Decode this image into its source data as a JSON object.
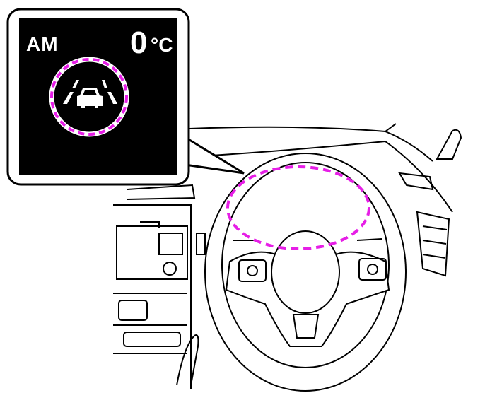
{
  "display": {
    "time_period": "AM",
    "temperature": "0",
    "temperature_unit": "°C",
    "indicator_icon": "lane-departure-car-icon"
  },
  "colors": {
    "highlight": "#e61ee6",
    "screen": "#000000",
    "line": "#000000"
  }
}
